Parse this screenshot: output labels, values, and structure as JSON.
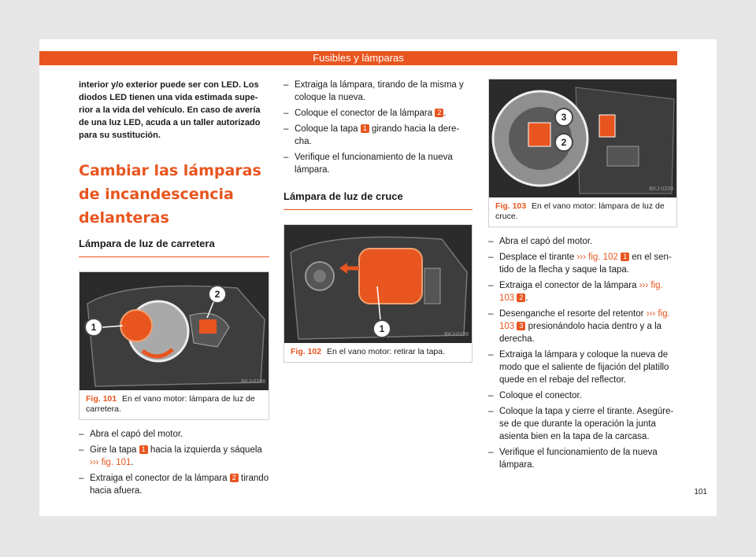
{
  "header": {
    "title": "Fusibles y lámparas"
  },
  "col1": {
    "note": "interior y/o exterior puede ser con LED. Los diodos LED tienen una vida estimada supe­rior a la vida del vehículo. En caso de avería de una luz LED, acuda a un taller autoriza­do para su sustitución.",
    "section_title": "Cambiar las lámparas de in­candescencia delanteras",
    "subhead": "Lámpara de luz de carretera",
    "figure": {
      "code": "BKJ-0198",
      "label": "Fig. 101",
      "caption": "En el vano motor: lámpara de luz de carretera.",
      "callout1": "1",
      "callout2": "2"
    },
    "steps": {
      "s1": "Abra el capó del motor.",
      "s2a": "Gire la tapa",
      "s2n": "1",
      "s2b": "hacia la izquierda y sáquela",
      "s2ref": "››› fig. 101",
      "s2c": ".",
      "s3a": "Extraiga el conector de la lámpara",
      "s3n": "2",
      "s3b": "tiran­do hacia afuera."
    }
  },
  "col2": {
    "steps": {
      "s1": "Extraiga la lámpara, tirando de la misma y coloque la nueva.",
      "s2a": "Coloque el conector de la lámpara",
      "s2n": "2",
      "s2b": ".",
      "s3a": "Coloque la tapa",
      "s3n": "1",
      "s3b": "girando hacia la dere­cha.",
      "s4": "Verifique el funcionamiento de la nueva lámpara."
    },
    "subhead": "Lámpara de luz de cruce",
    "figure": {
      "code": "BKJ-0199",
      "label": "Fig. 102",
      "caption": "En el vano motor: retirar la tapa.",
      "callout1": "1"
    }
  },
  "col3": {
    "figure": {
      "code": "BKJ-0200",
      "label": "Fig. 103",
      "caption": "En el vano motor: lámpara de luz de cruce.",
      "callout3": "3",
      "callout2": "2"
    },
    "steps": {
      "s1": "Abra el capó del motor.",
      "s2a": "Desplace el tirante",
      "s2ref": "››› fig. 102",
      "s2n": "1",
      "s2b": "en el sen­tido de la flecha y saque la tapa.",
      "s3a": "Extraiga el conector de la lámpara",
      "s3ref": "››› fig. 103",
      "s3n": "2",
      "s3b": ".",
      "s4a": "Desenganche el resorte del retentor",
      "s4ref": "››› fig. 103",
      "s4n": "3",
      "s4b": "presionándolo hacia dentro y a la derecha.",
      "s5": "Extraiga la lámpara y coloque la nueva de modo que el saliente de fijación del platillo quede en el rebaje del reflector.",
      "s6": "Coloque el conector.",
      "s7": "Coloque la tapa y cierre el tirante. Asegúre­se de que durante la operación la junta asienta bien en la tapa de la carcasa.",
      "s8": "Verifique el funcionamiento de la nueva lámpara."
    }
  },
  "page_number": "101",
  "colors": {
    "accent": "#e8551f"
  }
}
